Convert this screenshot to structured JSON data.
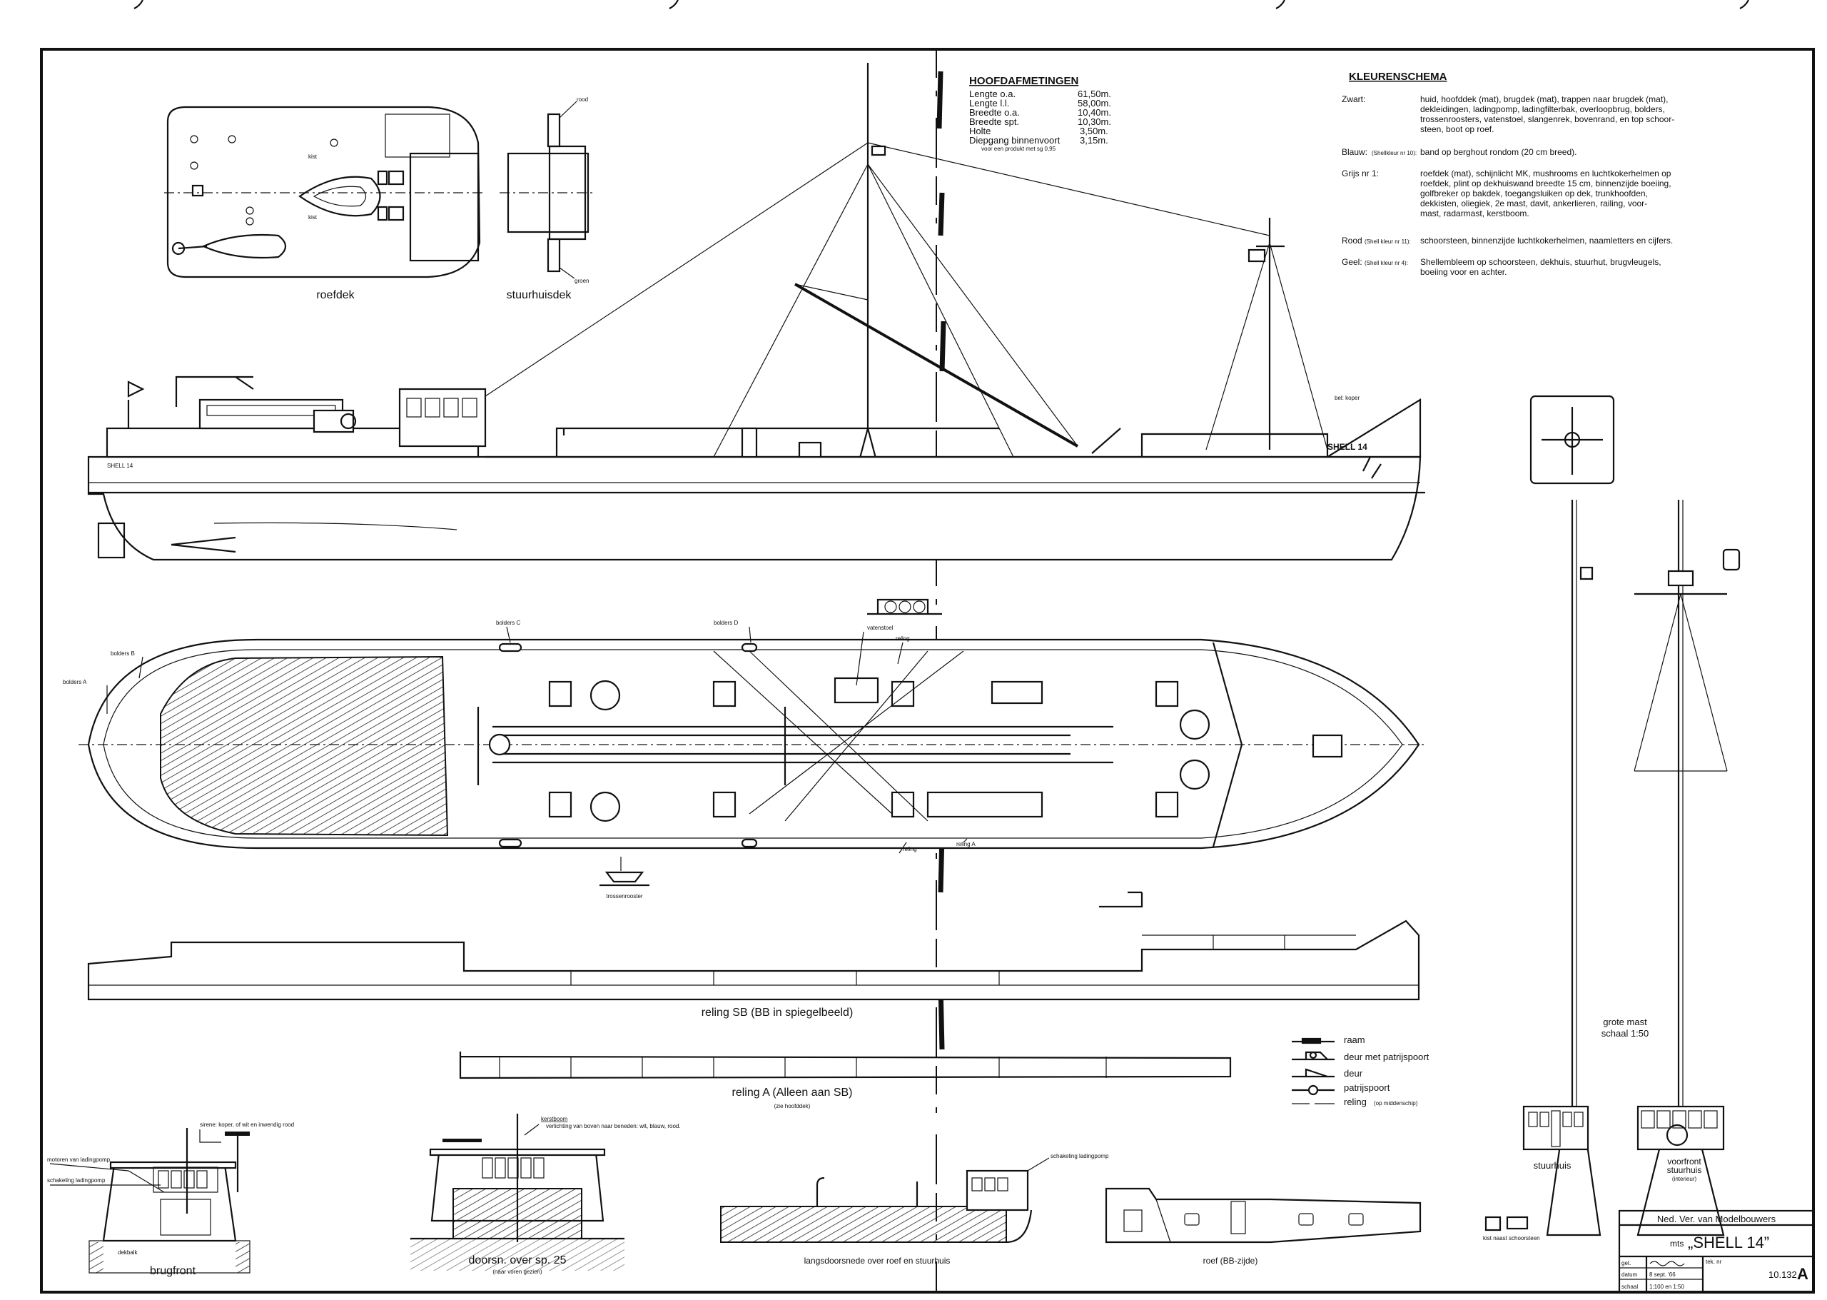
{
  "dimensions": {
    "title": "HOOFDAFMETINGEN",
    "rows": [
      {
        "label": "Lengte o.a.",
        "value": "61,50m."
      },
      {
        "label": "Lengte l.l.",
        "value": "58,00m."
      },
      {
        "label": "Breedte o.a.",
        "value": "10,40m."
      },
      {
        "label": "Breedte spt.",
        "value": "10,30m."
      },
      {
        "label": "Holte",
        "value": "3,50m."
      },
      {
        "label": "Diepgang binnenvoort",
        "value": "3,15m."
      }
    ],
    "note": "voor een produkt met sg 0,95"
  },
  "colour_scheme": {
    "title": "KLEURENSCHEMA",
    "rows": [
      {
        "label": "Zwart:",
        "sub": "",
        "lines": [
          "huid, hoofddek (mat), brugdek (mat), trappen naar brugdek (mat),",
          "dekleidingen, ladingpomp, ladingfilterbak, overloopbrug, bolders,",
          "trossenroosters, vatenstoel, slangenrek, bovenrand, en top schoor-",
          "steen, boot op roef."
        ]
      },
      {
        "label": "Blauw:",
        "sub": "(Shellkleur nr 10):",
        "lines": [
          "band op berghout rondom (20 cm breed)."
        ]
      },
      {
        "label": "Grijs nr 1:",
        "sub": "",
        "lines": [
          "roefdek (mat), schijnlicht MK, mushrooms en luchtkokerhelmen op",
          "roefdek, plint op dekhuiswand breedte 15 cm, binnenzijde boeiing,",
          "golfbreker op bakdek, toegangsluiken op dek, trunkhoofden,",
          "dekkisten, oliegiek, 2e mast, davit, ankerlieren, railing, voor-",
          "mast, radarmast, kerstboom."
        ]
      },
      {
        "label": "Rood",
        "sub": "(Shell kleur nr 11):",
        "lines": [
          "schoorsteen, binnenzijde luchtkokerhelmen, naamletters en cijfers."
        ]
      },
      {
        "label": "Geel:",
        "sub": "(Shell kleur nr 4):",
        "lines": [
          "Shellembleem op schoorsteen, dekhuis, stuurhut, brugvleugels,",
          "boeiing voor en achter."
        ]
      }
    ]
  },
  "labels": {
    "roefdek": "roefdek",
    "stuurhuisdek": "stuurhuisdek",
    "rood": "rood",
    "groen": "groen",
    "kist": "kist",
    "bel": "bel: koper",
    "hull_name": "SHELL 14",
    "bolders_a": "bolders A",
    "bolders_b": "bolders B",
    "bolders_c": "bolders C",
    "bolders_d": "bolders D",
    "vatenstoel": "vatenstoel",
    "reling": "reling",
    "reling_a": "reling A",
    "trossenrooster": "trossenrooster",
    "reling_sb": "reling SB (BB in spiegelbeeld)",
    "reling_a_caption": "reling A  (Alleen aan SB)",
    "reling_a_note": "(zie hoofddek)",
    "grote_mast": "grote mast",
    "grote_mast_scale": "schaal 1:50",
    "sirene": "sirene: koper, of wit en inwendig rood",
    "motoren": "motoren van ladingpomp",
    "schakeling": "schakeling ladingpomp",
    "dekbalk": "dekbalk",
    "brugfront": "brugfront",
    "kerstboom": "kerstboom",
    "verlichting": "verlichting van boven naar beneden: wit, blauw, rood.",
    "doorsnede": "doorsn. over sp. 25",
    "doorsnede_note": "(naar voren gezien)",
    "langsdoorsnede": "langsdoorsnede over roef en stuurhuis",
    "schakeling_roef": "schakeling ladingpomp",
    "roef_bb": "roef (BB-zijde)",
    "stuurhuis": "stuurhuis",
    "voorfront_1": "voorfront",
    "voorfront_2": "stuurhuis",
    "voorfront_3": "(interieur)",
    "kist_schoorsteen": "kist naast schoorsteen"
  },
  "legend": [
    {
      "symbol": "raam",
      "label": "raam"
    },
    {
      "symbol": "deur-met-patrijspoort",
      "label": "deur met patrijspoort"
    },
    {
      "symbol": "deur",
      "label": "deur"
    },
    {
      "symbol": "patrijspoort",
      "label": "patrijspoort"
    },
    {
      "symbol": "reling",
      "label": "reling",
      "note": "(op middenschip)"
    }
  ],
  "title_block": {
    "organisation": "Ned. Ver. van Modelbouwers",
    "ship_prefix": "mts",
    "ship_name": "„SHELL 14”",
    "getekend_label": "get.",
    "getekend_value": "signature",
    "datum_label": "datum",
    "datum_value": "8 sept. '66",
    "schaal_label": "schaal",
    "schaal_value": "1:100 en 1:50",
    "tek_nr_label": "tek. nr",
    "tek_nr_value": "10.132",
    "revision": "A"
  }
}
